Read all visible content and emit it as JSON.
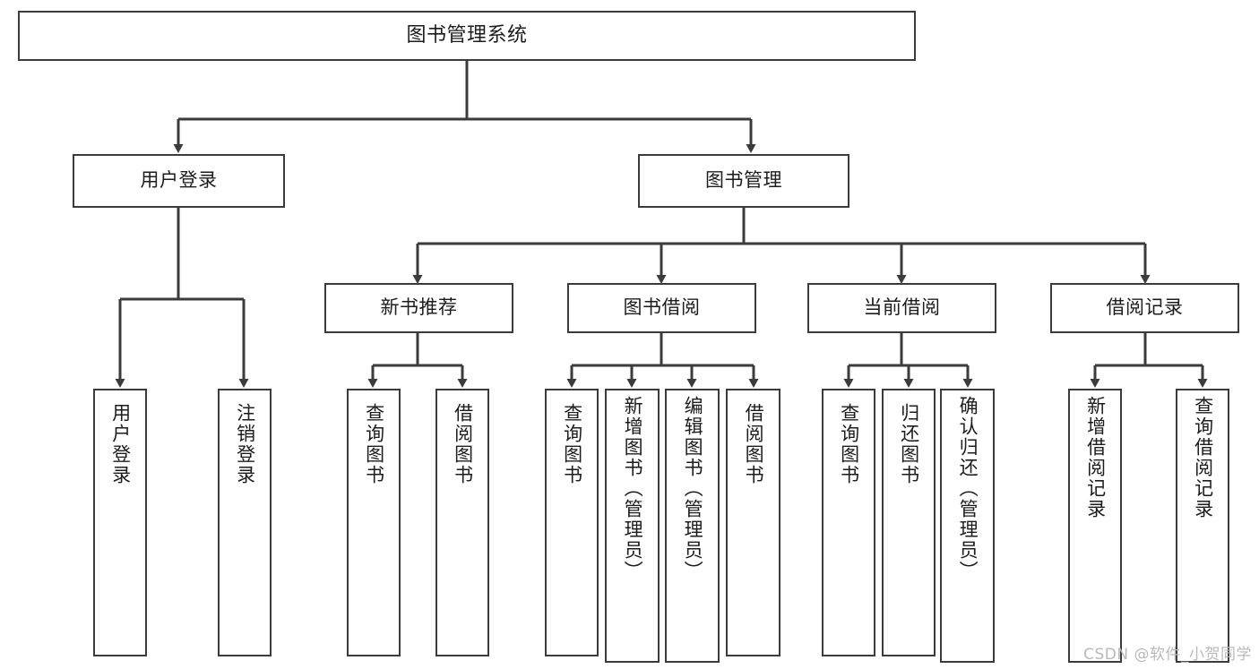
{
  "diagram": {
    "type": "tree",
    "title": "图书管理系统",
    "background_color": "#ffffff",
    "line_color": "#3b3b3b",
    "text_color": "#1c1c1c",
    "watermark": "CSDN @软件_小贺同学",
    "watermark_color": "#b9b9b9",
    "nodes": {
      "root": {
        "label": "图书管理系统"
      },
      "level2": [
        {
          "label": "用户登录"
        },
        {
          "label": "图书管理"
        }
      ],
      "level3": [
        {
          "label": "新书推荐"
        },
        {
          "label": "图书借阅"
        },
        {
          "label": "当前借阅"
        },
        {
          "label": "借阅记录"
        }
      ],
      "leaves_user_login": [
        {
          "label": "用户登录"
        },
        {
          "label": "注销登录"
        }
      ],
      "leaves_new_book": [
        {
          "label": "查询图书"
        },
        {
          "label": "借阅图书"
        }
      ],
      "leaves_borrow": [
        {
          "label": "查询图书"
        },
        {
          "label": "新增图书（管理员）"
        },
        {
          "label": "编辑图书（管理员）"
        },
        {
          "label": "借阅图书"
        }
      ],
      "leaves_current": [
        {
          "label": "查询图书"
        },
        {
          "label": "归还图书"
        },
        {
          "label": "确认归还（管理员）"
        }
      ],
      "leaves_records": [
        {
          "label": "新增借阅记录"
        },
        {
          "label": "查询借阅记录"
        }
      ]
    }
  }
}
